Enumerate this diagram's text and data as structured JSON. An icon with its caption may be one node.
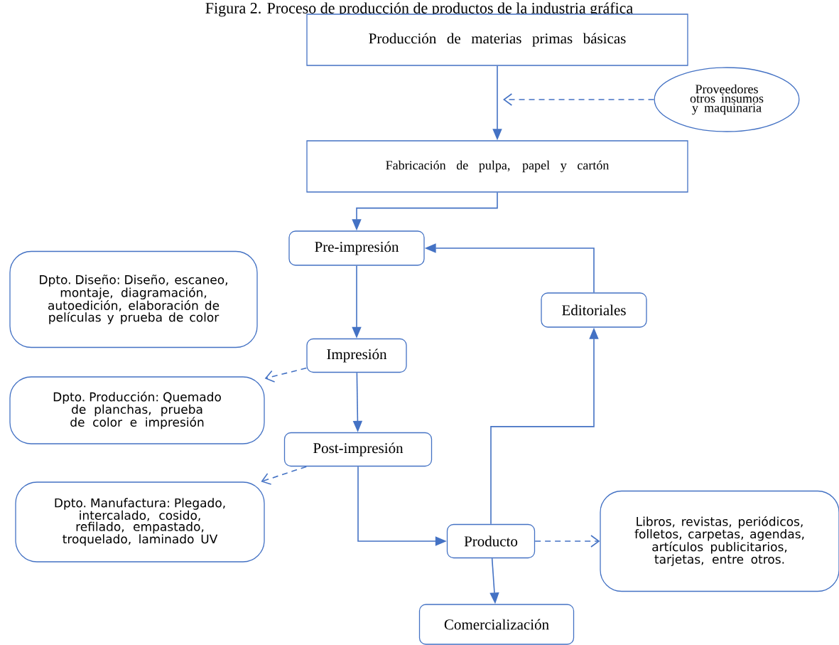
{
  "diagram": {
    "title": "Figura 2. Proceso de producción de productos de la industria gráfica",
    "nodes": [
      {
        "text": [
          "Producción de materias primas básicas"
        ]
      },
      {
        "text": [
          "Proveedores otros insumos y maquinaria"
        ]
      },
      {
        "text": [
          "Fabricación de pulpa, papel y cartón"
        ]
      },
      {
        "text": [
          "Pre-impresión"
        ]
      },
      {
        "text": [
          "Dpto. Diseño: Diseño, escaneo, montaje, diagramación, autoedición, elaboración de películas y prueba de color"
        ]
      },
      {
        "text": [
          "Editoriales"
        ]
      },
      {
        "text": [
          "Impresión"
        ]
      },
      {
        "text": [
          "Dpto. Producción: Quemado de planchas, prueba de color e impresión"
        ]
      },
      {
        "text": [
          "Post-impresión"
        ]
      },
      {
        "text": [
          "Dpto. Manufactura: Plegado, intercalado, cosido, refilado, empastado, troquelado, laminado UV"
        ]
      },
      {
        "text": [
          "Producto"
        ]
      },
      {
        "text": [
          "Libros, revistas, periódicos, folletos, carpetas, agendas, artículos publicitarios, tarjetas, entre otros."
        ]
      },
      {
        "text": [
          "Comercialización"
        ]
      }
    ],
    "edges": [
      {
        "from": 0,
        "to": 2,
        "arrow": "to"
      },
      {
        "from": 1,
        "to": null,
        "arrow": "to",
        "style": "dashed"
      },
      {
        "from": 2,
        "to": 3,
        "arrow": "to"
      },
      {
        "from": 3,
        "to": 6,
        "arrow": "to"
      },
      {
        "from": 6,
        "to": 7,
        "arrow": "to",
        "style": "dashed"
      },
      {
        "from": 6,
        "to": 8,
        "arrow": "to"
      },
      {
        "from": 8,
        "to": 9,
        "arrow": "to",
        "style": "dashed"
      },
      {
        "from": 8,
        "to": 10,
        "arrow": "to"
      },
      {
        "from": 10,
        "to": 5,
        "arrow": "to"
      },
      {
        "from": 5,
        "to": 3,
        "arrow": "to"
      },
      {
        "from": 10,
        "to": 11,
        "arrow": "to",
        "style": "dashed"
      },
      {
        "from": 10,
        "to": 12,
        "arrow": "to"
      }
    ]
  }
}
